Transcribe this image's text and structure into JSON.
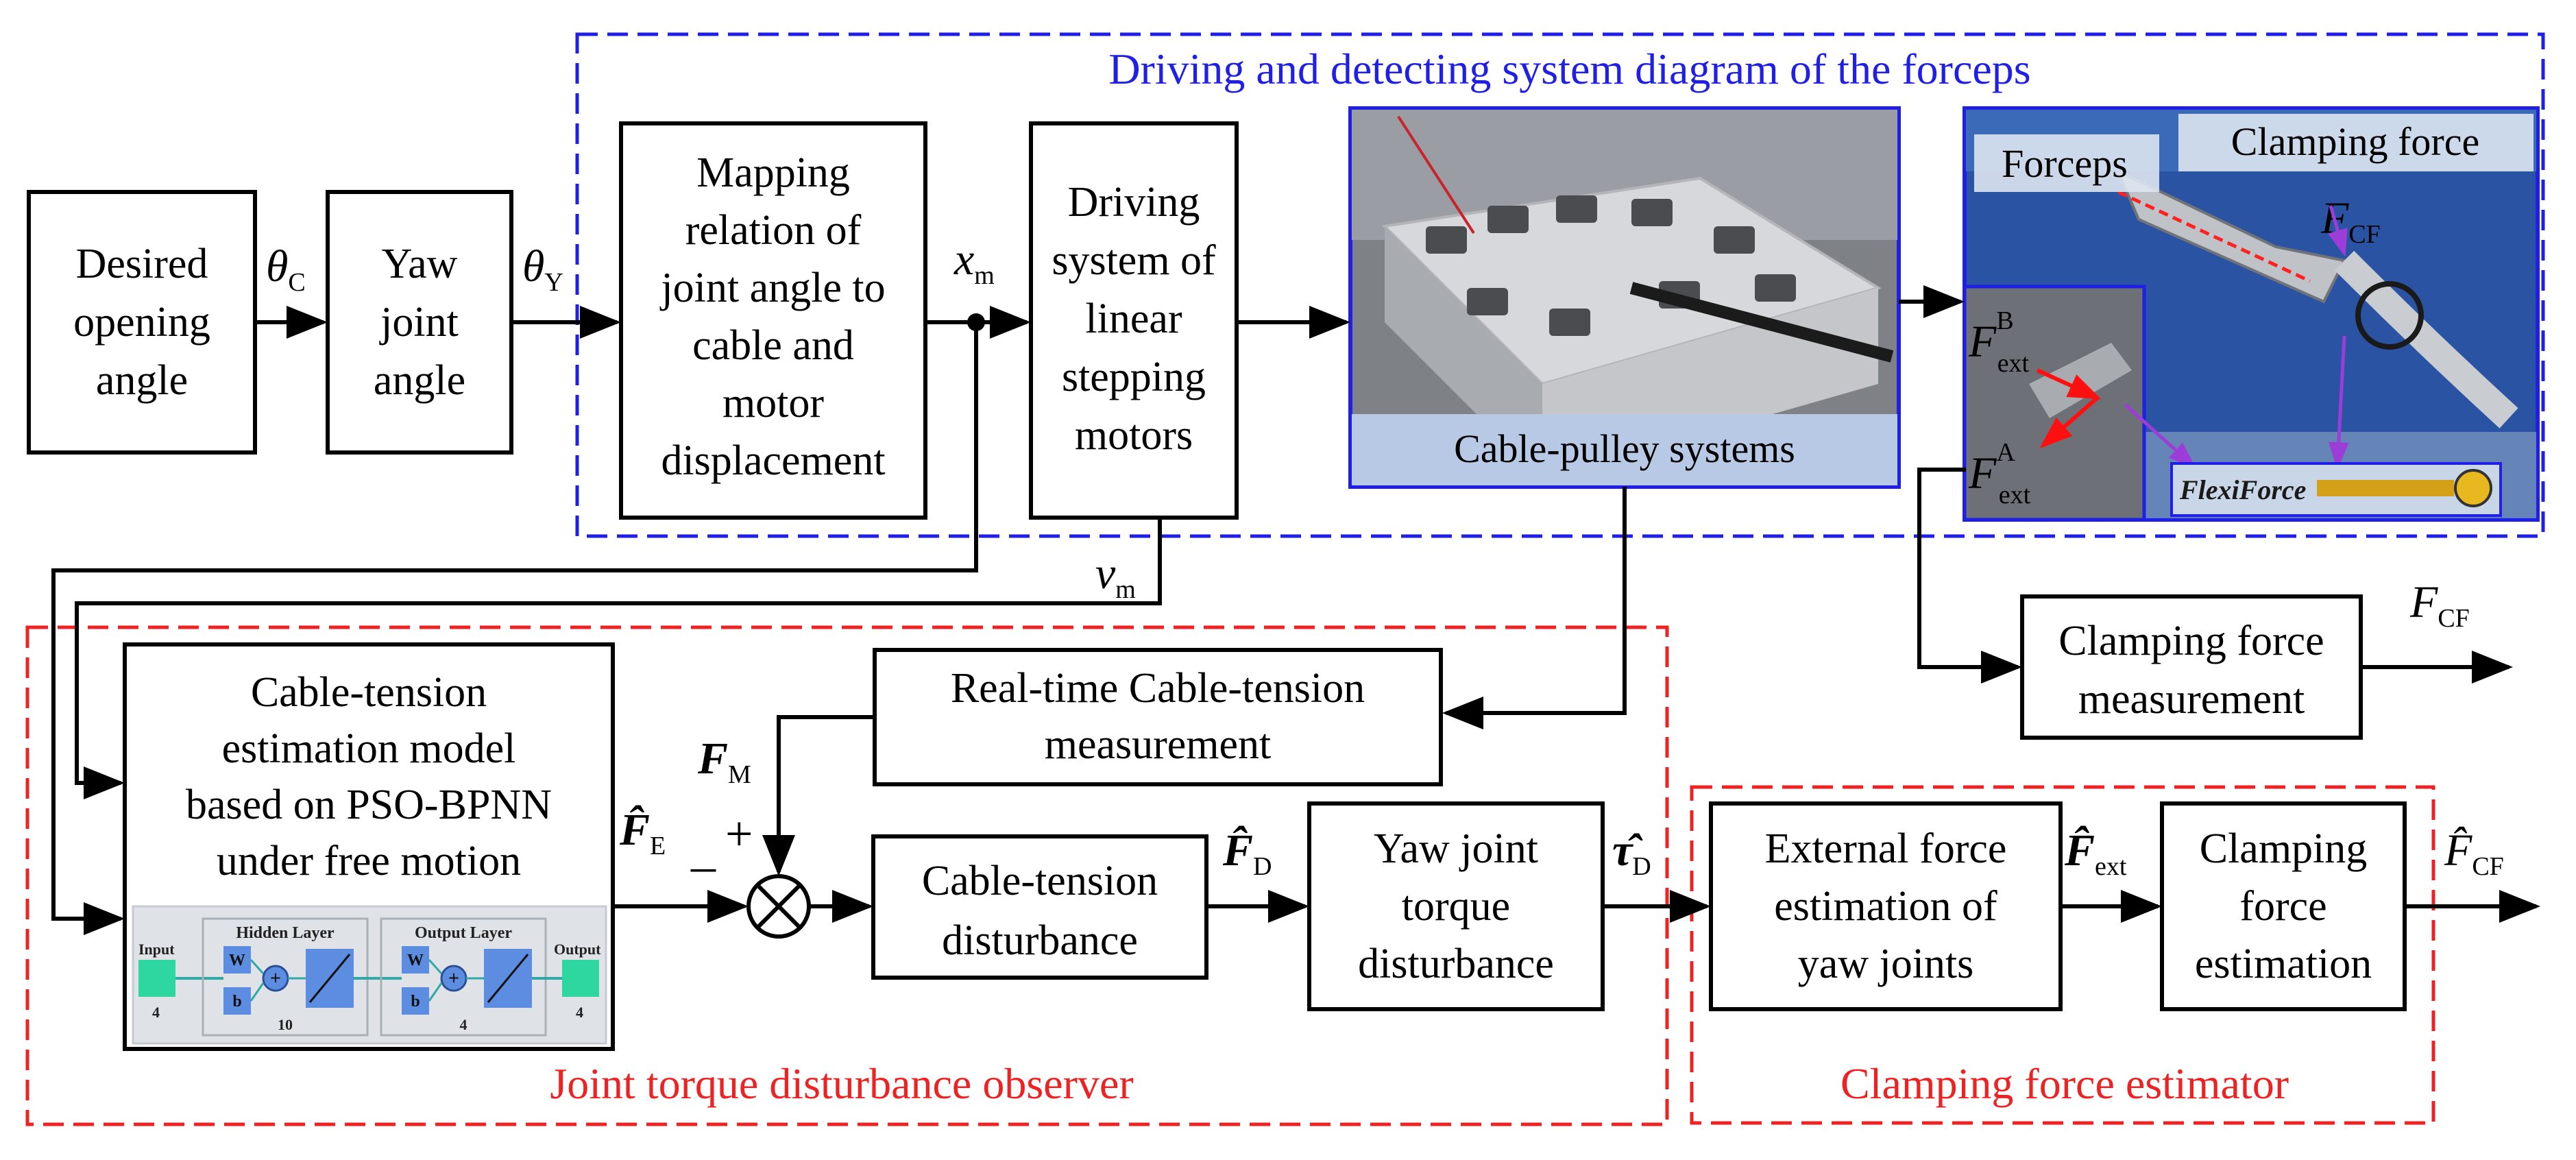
{
  "colors": {
    "blue_frame": "#1f1fe6",
    "red_frame": "#ee2222",
    "photo_bg": "#7e8186",
    "photo_blue": "#2a54a3",
    "nn_bg": "#dfe3e8",
    "nn_green": "#2fd7a0",
    "nn_blue": "#5d8de0"
  },
  "groups": {
    "driving": "Driving and detecting system diagram of the forceps",
    "observer": "Joint torque disturbance observer",
    "estimator": "Clamping force estimator"
  },
  "blocks": {
    "desired": [
      "Desired",
      "opening",
      "angle"
    ],
    "yaw_angle": [
      "Yaw",
      "joint",
      "angle"
    ],
    "mapping": [
      "Mapping",
      "relation of",
      "joint angle to",
      "cable and",
      "motor",
      "displacement"
    ],
    "driving_motors": [
      "Driving",
      "system of",
      "linear",
      "stepping",
      "motors"
    ],
    "clamp_meas": [
      "Clamping force",
      "measurement"
    ],
    "cable_model": [
      "Cable-tension",
      "estimation model",
      "based on PSO-BPNN",
      "under free motion"
    ],
    "realtime": [
      "Real-time Cable-tension",
      "measurement"
    ],
    "cable_dist": [
      "Cable-tension",
      "disturbance"
    ],
    "yaw_torque": [
      "Yaw joint",
      "torque",
      "disturbance"
    ],
    "ext_force": [
      "External force",
      "estimation of",
      "yaw joints"
    ],
    "clamp_est": [
      "Clamping",
      "force",
      "estimation"
    ]
  },
  "photos": {
    "cable_pulley": "Cable-pulley systems",
    "forceps": "Forceps",
    "clamping_force": "Clamping force",
    "sensor_brand": "FlexiForce"
  },
  "signals": {
    "theta_c": {
      "sym": "θ",
      "sub": "C"
    },
    "theta_y": {
      "sym": "θ",
      "sub": "Y"
    },
    "x_m": {
      "sym": "x",
      "sub": "m"
    },
    "v_m": {
      "sym": "v",
      "sub": "m"
    },
    "f_cf_photo": {
      "sym": "F",
      "sub": "CF"
    },
    "f_ext_b": {
      "sym": "F",
      "sub": "ext",
      "sup": "B"
    },
    "f_ext_a": {
      "sym": "F",
      "sub": "ext",
      "sup": "A"
    },
    "f_cf_meas": {
      "sym": "F",
      "sub": "CF"
    },
    "f_m": {
      "sym": "F",
      "sub": "M"
    },
    "f_e_hat": {
      "sym": "F̂",
      "sub": "E"
    },
    "f_d_hat": {
      "sym": "F̂",
      "sub": "D"
    },
    "tau_d_hat": {
      "sym": "τ̂",
      "sub": "D"
    },
    "f_ext_hat": {
      "sym": "F̂",
      "sub": "ext"
    },
    "f_cf_hat": {
      "sym": "F̂",
      "sub": "CF"
    },
    "minus": "_",
    "plus": "+"
  },
  "nn": {
    "input": "Input",
    "input_n": "4",
    "hidden": "Hidden Layer",
    "hidden_n": "10",
    "output_layer": "Output Layer",
    "output_layer_n": "4",
    "output": "Output",
    "output_n": "4",
    "w": "W",
    "b": "b",
    "plus": "+"
  }
}
